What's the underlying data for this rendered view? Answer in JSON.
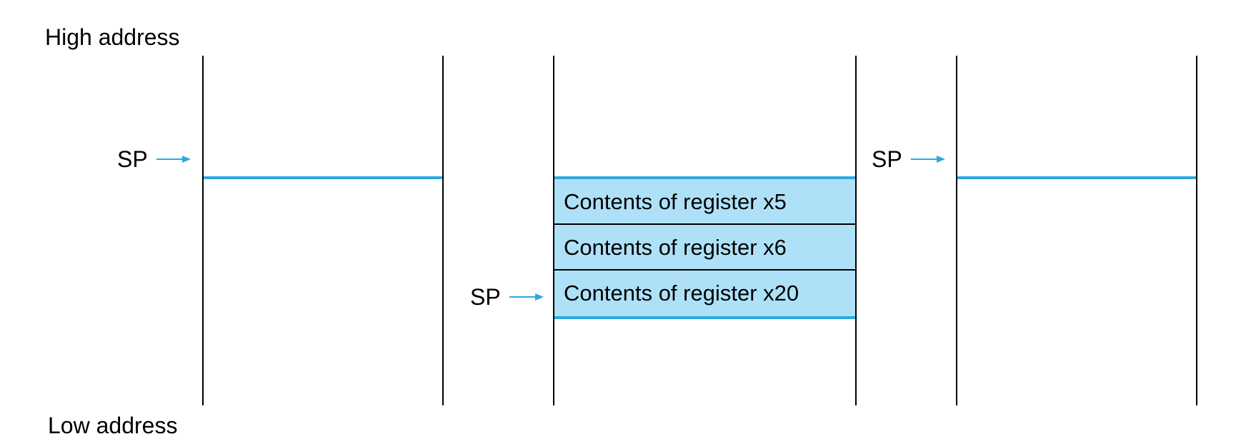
{
  "labels": {
    "high_address": "High address",
    "low_address": "Low address"
  },
  "stacks": {
    "before": {
      "sp_label": "SP"
    },
    "during": {
      "sp_label": "SP",
      "cells": [
        "Contents of register x5",
        "Contents of register x6",
        "Contents of register x20"
      ]
    },
    "after": {
      "sp_label": "SP"
    }
  },
  "colors": {
    "accent": "#29abe2",
    "frame_fill": "#aee1f8",
    "line": "#000000"
  }
}
